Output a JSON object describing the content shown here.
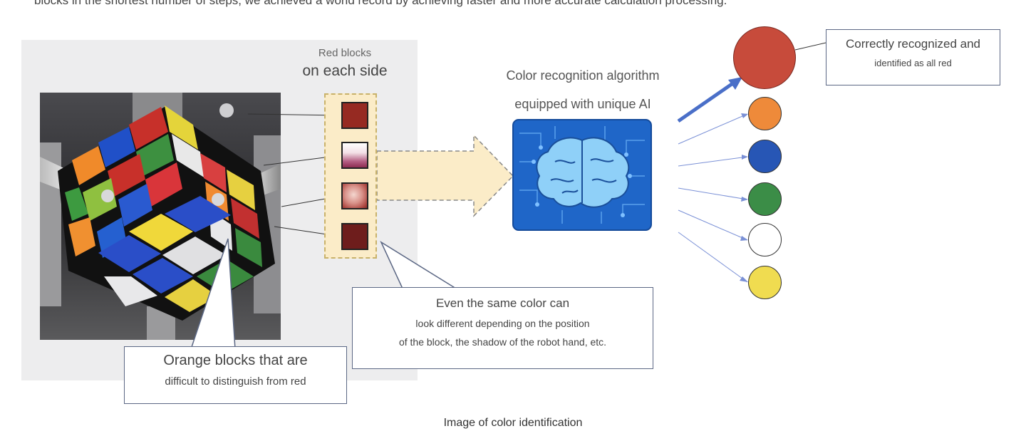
{
  "top_text": "blocks in the shortest number of steps, we achieved a world record by achieving faster and more accurate calculation processing.",
  "red_blocks": {
    "line1": "Red blocks",
    "line2": "on each side"
  },
  "algorithm": {
    "line1": "Color recognition algorithm",
    "line2": "equipped with unique AI"
  },
  "callout_correct": {
    "line1": "Correctly recognized and",
    "line2": "identified as all red"
  },
  "callout_same": {
    "line1": "Even the same color can",
    "line2": "look different depending on the position",
    "line3": "of the block, the shadow of the robot hand, etc."
  },
  "callout_orange": {
    "line1": "Orange blocks that are",
    "line2": "difficult to distinguish from red"
  },
  "caption": "Image of color identification",
  "colors": {
    "result_red": "#c74b3b",
    "orange": "#ee8a3a",
    "blue": "#2756b5",
    "green": "#3b8d47",
    "white": "#ffffff",
    "yellow": "#f0dc50",
    "arrow": "#4a6fc8",
    "chip": "#1f66c8"
  }
}
